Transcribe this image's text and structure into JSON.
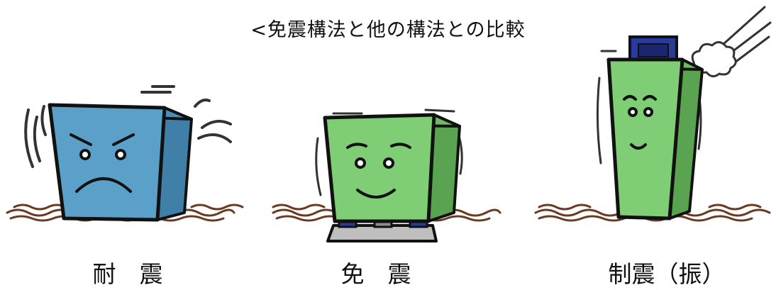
{
  "title": "<免震構法と他の構法との比較",
  "panels": [
    {
      "caption": "耐　震",
      "color": "#5aa0c8",
      "side_color": "#3f7fa8",
      "expression": "angry"
    },
    {
      "caption": "免　震",
      "color": "#7fce75",
      "side_color": "#5aa350",
      "expression": "smile"
    },
    {
      "caption": "制震（振）",
      "color": "#7fce75",
      "side_color": "#5aa350",
      "expression": "calm"
    }
  ],
  "colors": {
    "ground": "#6b3a22",
    "outline": "#111111",
    "damper": "#2a3a9a",
    "base": "#bfbfbf"
  }
}
